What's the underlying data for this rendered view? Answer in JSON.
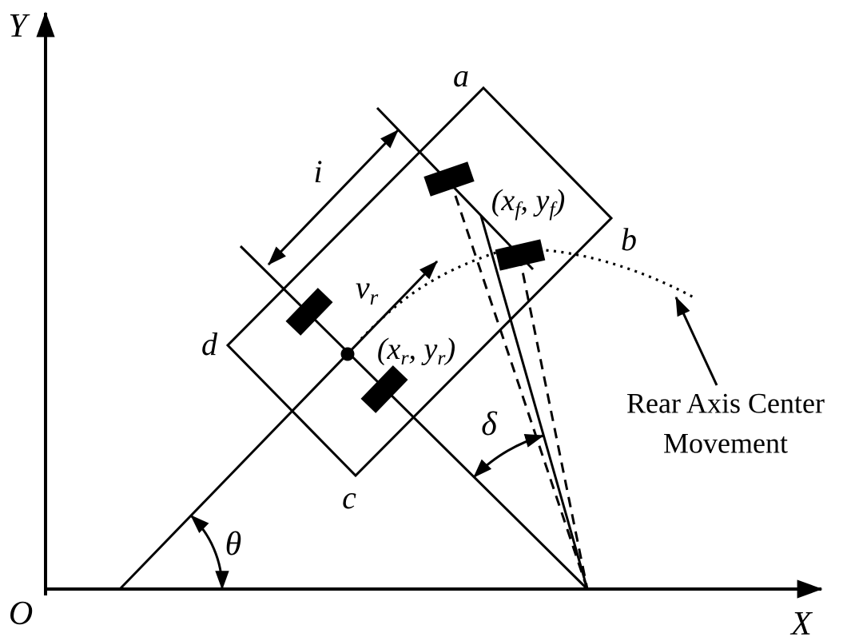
{
  "figure": {
    "axes": {
      "y_label": "Y",
      "x_label": "X",
      "origin_label": "O"
    },
    "body_corners": {
      "a": "a",
      "b": "b",
      "c": "c",
      "d": "d"
    },
    "wheelbase_label": "i",
    "velocity": {
      "base": "v",
      "sub": "r"
    },
    "front_axle_center": {
      "p1": "(x",
      "s1": "f",
      "p2": ", y",
      "s2": "f",
      "p3": ")"
    },
    "rear_axle_center": {
      "p1": "(x",
      "s1": "r",
      "p2": ", y",
      "s2": "r",
      "p3": ")"
    },
    "steering_angle_label": "δ",
    "heading_angle_label": "θ",
    "annotation": {
      "line1": "Rear Axis Center",
      "line2": "Movement"
    },
    "colors": {
      "ink": "#000000",
      "background": "#ffffff"
    }
  }
}
